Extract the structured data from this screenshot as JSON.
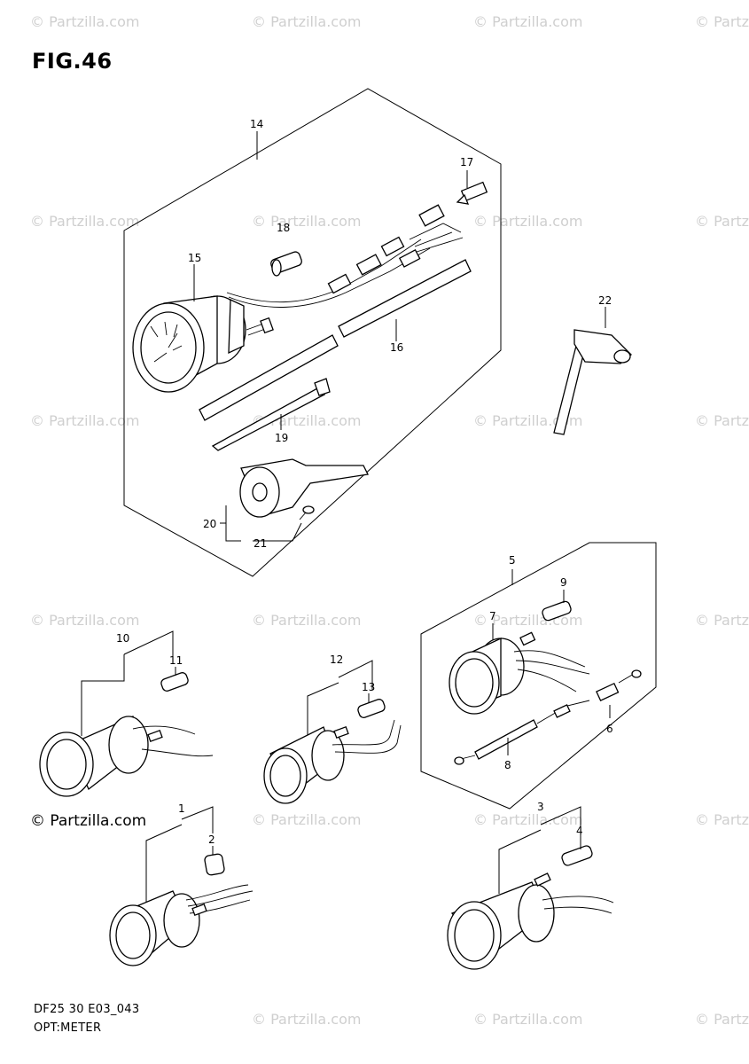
{
  "figure": {
    "title": "FIG.46",
    "copyright": "© Partzilla.com",
    "diagram_code": "DF25 30 E03_043",
    "assembly_name": "OPT:METER"
  },
  "watermark": {
    "text": "© Partzilla.com"
  },
  "callouts": {
    "c1": "1",
    "c2": "2",
    "c3": "3",
    "c4": "4",
    "c5": "5",
    "c6": "6",
    "c7": "7",
    "c8": "8",
    "c9": "9",
    "c10": "10",
    "c11": "11",
    "c12": "12",
    "c13": "13",
    "c14": "14",
    "c15": "15",
    "c16": "16",
    "c17": "17",
    "c18": "18",
    "c19": "19",
    "c20": "20",
    "c21": "21",
    "c22": "22"
  }
}
